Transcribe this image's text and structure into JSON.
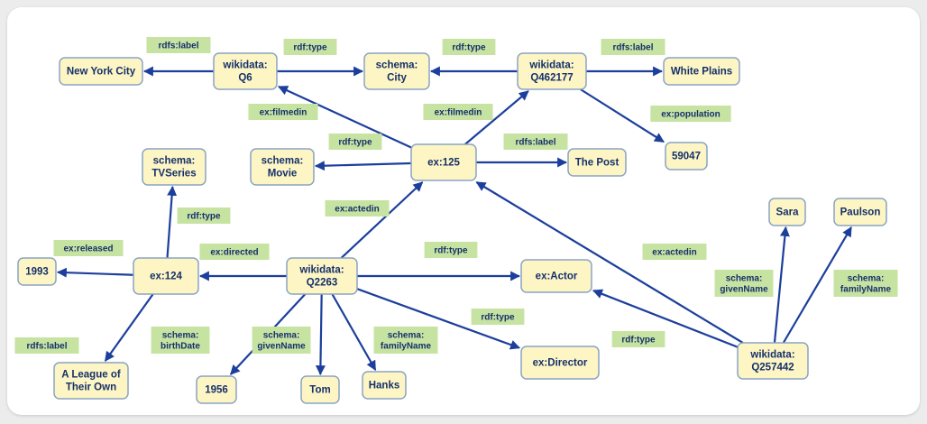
{
  "nodes": [
    {
      "id": "nyc",
      "lines": [
        "New York City"
      ]
    },
    {
      "id": "q6",
      "lines": [
        "wikidata:",
        "Q6"
      ]
    },
    {
      "id": "city",
      "lines": [
        "schema:",
        "City"
      ]
    },
    {
      "id": "q462177",
      "lines": [
        "wikidata:",
        "Q462177"
      ]
    },
    {
      "id": "whiteplains",
      "lines": [
        "White Plains"
      ]
    },
    {
      "id": "pop",
      "lines": [
        "59047"
      ]
    },
    {
      "id": "tvseries",
      "lines": [
        "schema:",
        "TVSeries"
      ]
    },
    {
      "id": "movie",
      "lines": [
        "schema:",
        "Movie"
      ]
    },
    {
      "id": "ex125",
      "lines": [
        "ex:125"
      ]
    },
    {
      "id": "thepost",
      "lines": [
        "The Post"
      ]
    },
    {
      "id": "sara",
      "lines": [
        "Sara"
      ]
    },
    {
      "id": "paulson",
      "lines": [
        "Paulson"
      ]
    },
    {
      "id": "y1993",
      "lines": [
        "1993"
      ]
    },
    {
      "id": "ex124",
      "lines": [
        "ex:124"
      ]
    },
    {
      "id": "q2263",
      "lines": [
        "wikidata:",
        "Q2263"
      ]
    },
    {
      "id": "actor",
      "lines": [
        "ex:Actor"
      ]
    },
    {
      "id": "league",
      "lines": [
        "A League of",
        "Their Own"
      ]
    },
    {
      "id": "y1956",
      "lines": [
        "1956"
      ]
    },
    {
      "id": "tom",
      "lines": [
        "Tom"
      ]
    },
    {
      "id": "hanks",
      "lines": [
        "Hanks"
      ]
    },
    {
      "id": "director",
      "lines": [
        "ex:Director"
      ]
    },
    {
      "id": "q257442",
      "lines": [
        "wikidata:",
        "Q257442"
      ]
    }
  ],
  "edges": [
    {
      "from": "q6",
      "to": "nyc",
      "label": [
        "rdfs:label"
      ]
    },
    {
      "from": "q6",
      "to": "city",
      "label": [
        "rdf:type"
      ]
    },
    {
      "from": "q462177",
      "to": "city",
      "label": [
        "rdf:type"
      ]
    },
    {
      "from": "q462177",
      "to": "whiteplains",
      "label": [
        "rdfs:label"
      ]
    },
    {
      "from": "q462177",
      "to": "pop",
      "label": [
        "ex:population"
      ]
    },
    {
      "from": "ex125",
      "to": "q6",
      "label": [
        "ex:filmedin"
      ]
    },
    {
      "from": "ex125",
      "to": "q462177",
      "label": [
        "ex:filmedin"
      ]
    },
    {
      "from": "ex125",
      "to": "movie",
      "label": [
        "rdf:type"
      ]
    },
    {
      "from": "ex125",
      "to": "thepost",
      "label": [
        "rdfs:label"
      ]
    },
    {
      "from": "q2263",
      "to": "ex125",
      "label": [
        "ex:actedin"
      ]
    },
    {
      "from": "q257442",
      "to": "ex125",
      "label": [
        "ex:actedin"
      ]
    },
    {
      "from": "ex124",
      "to": "tvseries",
      "label": [
        "rdf:type"
      ]
    },
    {
      "from": "ex124",
      "to": "y1993",
      "label": [
        "ex:released"
      ]
    },
    {
      "from": "ex124",
      "to": "league",
      "label": [
        "rdfs:label"
      ]
    },
    {
      "from": "q2263",
      "to": "ex124",
      "label": [
        "ex:directed"
      ]
    },
    {
      "from": "q2263",
      "to": "actor",
      "label": [
        "rdf:type"
      ]
    },
    {
      "from": "q2263",
      "to": "director",
      "label": [
        "rdf:type"
      ]
    },
    {
      "from": "q2263",
      "to": "y1956",
      "label": [
        "schema:",
        "birthDate"
      ]
    },
    {
      "from": "q2263",
      "to": "tom",
      "label": [
        "schema:",
        "givenName"
      ]
    },
    {
      "from": "q2263",
      "to": "hanks",
      "label": [
        "schema:",
        "familyName"
      ]
    },
    {
      "from": "q257442",
      "to": "actor",
      "label": [
        "rdf:type"
      ]
    },
    {
      "from": "q257442",
      "to": "sara",
      "label": [
        "schema:",
        "givenName"
      ]
    },
    {
      "from": "q257442",
      "to": "paulson",
      "label": [
        "schema:",
        "familyName"
      ]
    }
  ]
}
